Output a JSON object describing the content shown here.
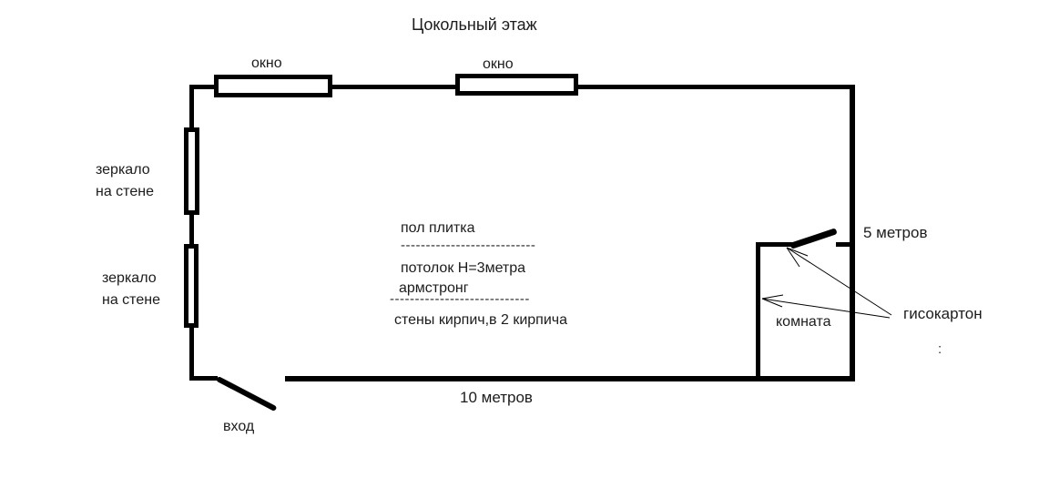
{
  "title": "Цокольный этаж",
  "top_wall": {
    "window1_label": "окно",
    "window2_label": "окно"
  },
  "left_wall": {
    "mirror1": {
      "line1": "зеркало",
      "line2": "на стене"
    },
    "mirror2": {
      "line1": "зеркало",
      "line2": "на стене"
    }
  },
  "entrance": {
    "label": "вход"
  },
  "notes": {
    "floor": "пол плитка",
    "divider1": "---------------------------",
    "ceiling1": "потолок Н=3метра",
    "ceiling2": "армстронг",
    "divider2": "----------------------------",
    "walls": "стены кирпич,в 2 кирпича"
  },
  "room": {
    "label": "комната"
  },
  "drywall": {
    "label": "гисокартон",
    "mark": ":"
  },
  "dimensions": {
    "width": "10 метров",
    "depth": "5 метров"
  },
  "colors": {
    "ink": "#000000",
    "text": "#1c1c1c",
    "background": "#ffffff"
  }
}
